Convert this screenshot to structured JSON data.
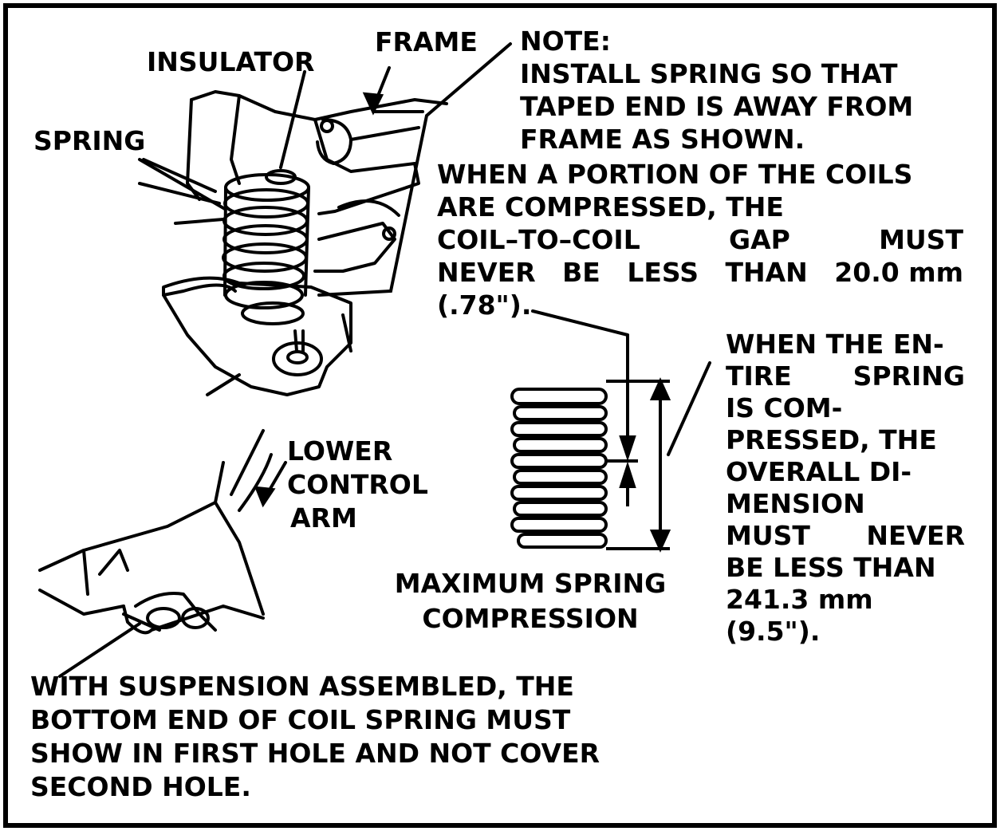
{
  "labels": {
    "insulator": "INSULATOR",
    "frame": "FRAME",
    "spring": "SPRING",
    "lower_control_arm": [
      "LOWER",
      "CONTROL",
      "ARM"
    ],
    "max_compression": [
      "MAXIMUM SPRING",
      "COMPRESSION"
    ]
  },
  "note": {
    "heading": "NOTE:",
    "lines": [
      "INSTALL SPRING SO THAT",
      "TAPED END IS AWAY FROM",
      "FRAME AS SHOWN."
    ]
  },
  "coil_gap_note": {
    "lines": [
      "WHEN A PORTION OF THE COILS",
      "ARE COMPRESSED, THE"
    ],
    "justified_line": [
      "COIL–TO–COIL",
      "GAP",
      "MUST"
    ],
    "last_line": [
      "NEVER",
      "BE",
      "LESS",
      "THAN",
      "20.0",
      "mm"
    ],
    "tail": "(.78\")."
  },
  "overall_note": {
    "lines": [
      [
        "WHEN THE EN-"
      ],
      [
        "TIRE",
        "SPRING"
      ],
      [
        "IS COM-"
      ],
      [
        "PRESSED, THE"
      ],
      [
        "OVERALL DI-"
      ],
      [
        "MENSION"
      ],
      [
        "MUST",
        "NEVER"
      ],
      [
        "BE LESS THAN"
      ],
      [
        "241.3 mm"
      ],
      [
        "(9.5\")."
      ]
    ]
  },
  "bottom_note": {
    "lines": [
      "WITH SUSPENSION ASSEMBLED, THE",
      "BOTTOM END OF COIL SPRING MUST",
      "SHOW IN FIRST HOLE AND NOT COVER",
      "SECOND HOLE."
    ]
  },
  "colors": {
    "ink": "#000000",
    "paper": "#ffffff"
  }
}
